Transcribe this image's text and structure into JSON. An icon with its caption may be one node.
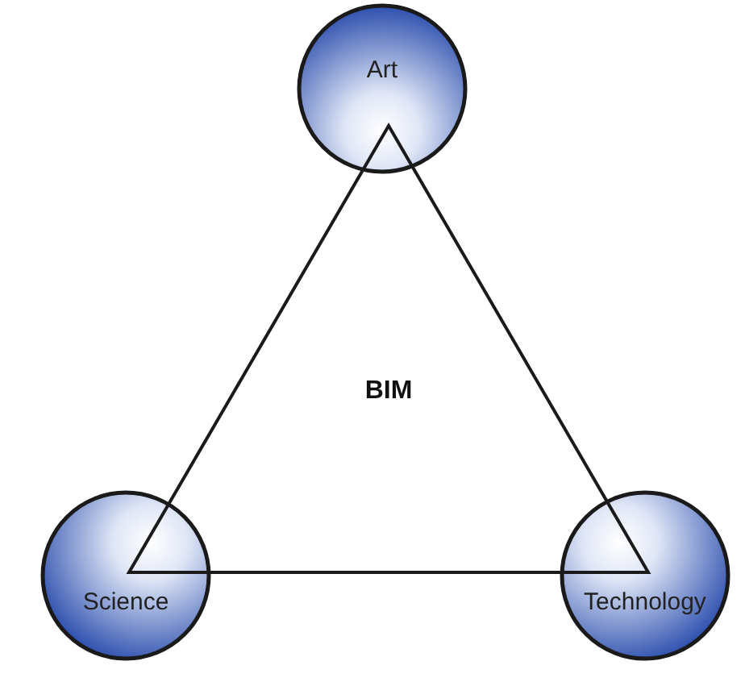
{
  "diagram": {
    "nodes": [
      {
        "text": [
          "Art"
        ]
      },
      {
        "text": [
          "BIM"
        ]
      },
      {
        "text": [
          "Science"
        ]
      },
      {
        "text": [
          "Technology"
        ]
      }
    ]
  }
}
